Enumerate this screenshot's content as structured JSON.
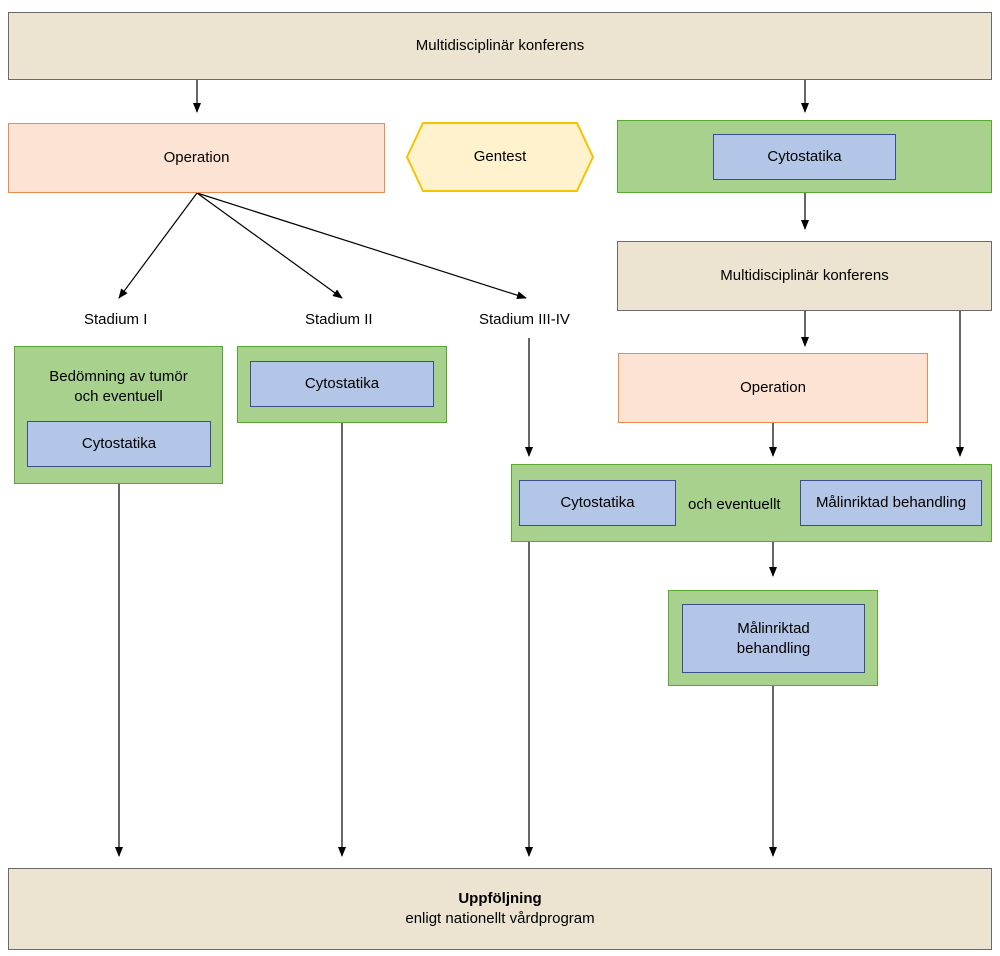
{
  "nodes": {
    "mdk_top": "Multidisciplinär konferens",
    "operation_left": "Operation",
    "gentest": "Gentest",
    "cyto_top_right": "Cytostatika",
    "mdk_right": "Multidisciplinär konferens",
    "operation_right": "Operation",
    "stadium_1": "Stadium I",
    "stadium_2": "Stadium II",
    "stadium_3_4": "Stadium III-IV",
    "bedomning_line1": "Bedömning av tumör",
    "bedomning_line2": "och eventuell",
    "cyto_stage1": "Cytostatika",
    "cyto_stage2": "Cytostatika",
    "cyto_combo": "Cytostatika",
    "och_eventuellt": "och eventuellt",
    "malinriktad_combo": "Målinriktad behandling",
    "malinriktad_line1": "Målinriktad",
    "malinriktad_line2": "behandling",
    "uppfoljning_title": "Uppföljning",
    "uppfoljning_sub": "enligt nationellt vårdprogram"
  },
  "colors": {
    "beige": "#ece4d1",
    "orange_fill": "#fde3d3",
    "orange_border": "#ed8a4c",
    "green_fill": "#a9d18e",
    "green_border": "#5aa832",
    "blue_fill": "#b4c6e7",
    "blue_border": "#3b4f8c",
    "hex_fill": "#fff2cc",
    "hex_border": "#f5c400"
  }
}
